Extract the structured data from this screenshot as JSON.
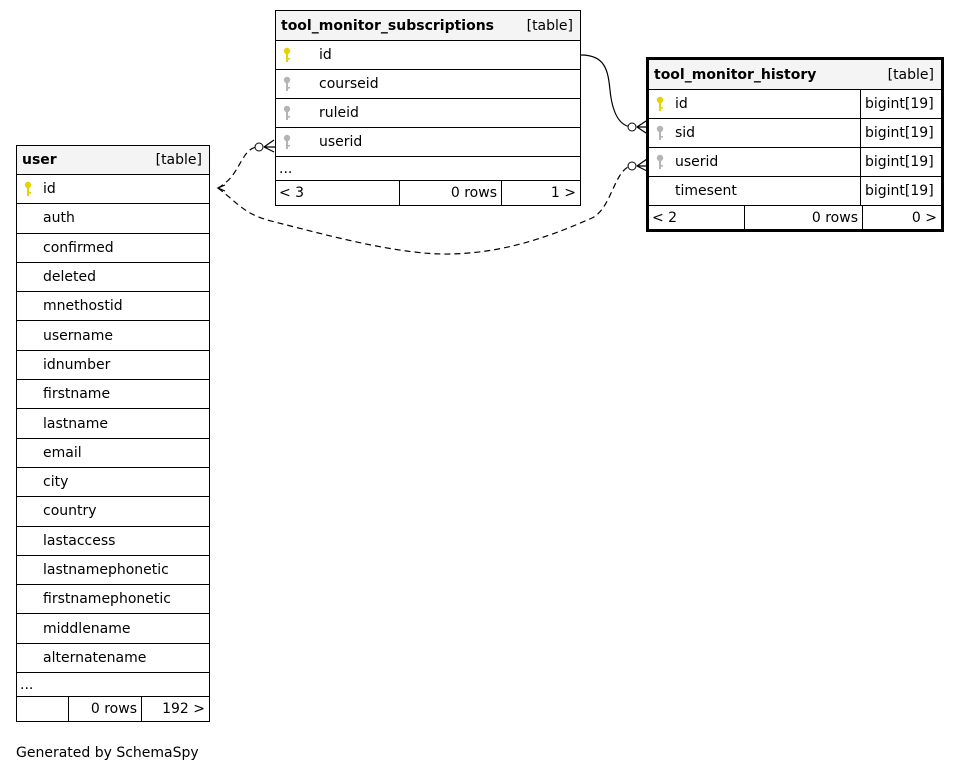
{
  "footer": "Generated by SchemaSpy",
  "type_label": "[table]",
  "more_marker": "...",
  "tables": {
    "subscriptions": {
      "name": "tool_monitor_subscriptions",
      "columns": [
        {
          "name": "id",
          "key": "primary"
        },
        {
          "name": "courseid",
          "key": "foreign"
        },
        {
          "name": "ruleid",
          "key": "foreign"
        },
        {
          "name": "userid",
          "key": "foreign"
        }
      ],
      "parents": "< 3",
      "rows": "0 rows",
      "children": "1 >"
    },
    "history": {
      "name": "tool_monitor_history",
      "columns": [
        {
          "name": "id",
          "key": "primary",
          "type": "bigint[19]"
        },
        {
          "name": "sid",
          "key": "foreign",
          "type": "bigint[19]"
        },
        {
          "name": "userid",
          "key": "foreign",
          "type": "bigint[19]"
        },
        {
          "name": "timesent",
          "key": "none",
          "type": "bigint[19]"
        }
      ],
      "parents": "< 2",
      "rows": "0 rows",
      "children": "0 >"
    },
    "user": {
      "name": "user",
      "columns": [
        {
          "name": "id",
          "key": "primary"
        },
        {
          "name": "auth",
          "key": "none"
        },
        {
          "name": "confirmed",
          "key": "none"
        },
        {
          "name": "deleted",
          "key": "none"
        },
        {
          "name": "mnethostid",
          "key": "none"
        },
        {
          "name": "username",
          "key": "none"
        },
        {
          "name": "idnumber",
          "key": "none"
        },
        {
          "name": "firstname",
          "key": "none"
        },
        {
          "name": "lastname",
          "key": "none"
        },
        {
          "name": "email",
          "key": "none"
        },
        {
          "name": "city",
          "key": "none"
        },
        {
          "name": "country",
          "key": "none"
        },
        {
          "name": "lastaccess",
          "key": "none"
        },
        {
          "name": "lastnamephonetic",
          "key": "none"
        },
        {
          "name": "firstnamephonetic",
          "key": "none"
        },
        {
          "name": "middlename",
          "key": "none"
        },
        {
          "name": "alternatename",
          "key": "none"
        }
      ],
      "parents": "",
      "rows": "0 rows",
      "children": "192 >"
    }
  },
  "relationships": [
    {
      "from": "tool_monitor_subscriptions.userid",
      "to": "user.id",
      "style": "dashed"
    },
    {
      "from": "tool_monitor_history.userid",
      "to": "user.id",
      "style": "dashed"
    },
    {
      "from": "tool_monitor_history.sid",
      "to": "tool_monitor_subscriptions.id",
      "style": "solid"
    }
  ],
  "colors": {
    "primary_key": "#e6d200",
    "foreign_key": "#b4b4b4",
    "header_bg": "#f4f4f4"
  }
}
